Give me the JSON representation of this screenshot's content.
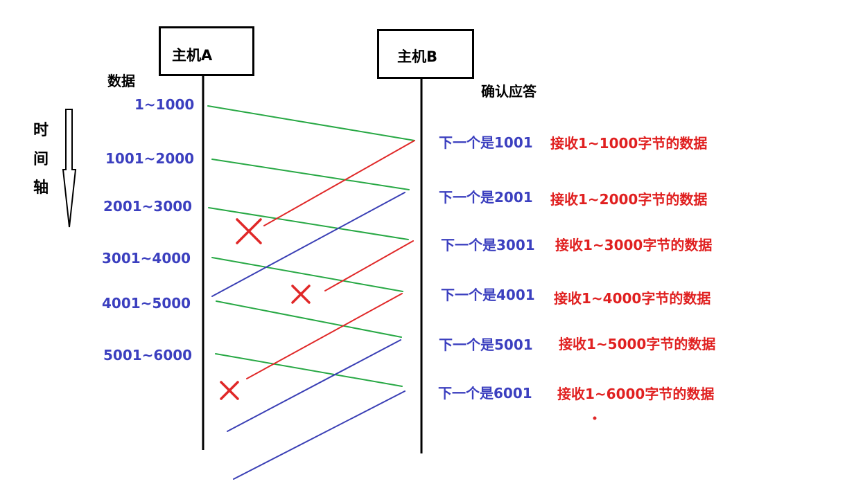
{
  "colors": {
    "data_line": "#27a844",
    "ack_line": "#3a3fb5",
    "lost_ack_line": "#e02828",
    "cross": "#e02828",
    "data_label": "#3b3fbf",
    "ack_label": "#3b3fbf",
    "recv_label": "#e02020"
  },
  "hosts": {
    "a": "主机A",
    "b": "主机B"
  },
  "headers": {
    "data": "数据",
    "ack": "确认应答"
  },
  "time_axis": [
    "时",
    "间",
    "轴"
  ],
  "segments": [
    "1~1000",
    "1001~2000",
    "2001~3000",
    "3001~4000",
    "4001~5000",
    "5001~6000"
  ],
  "acks": [
    "下一个是1001",
    "下一个是2001",
    "下一个是3001",
    "下一个是4001",
    "下一个是5001",
    "下一个是6001"
  ],
  "received": [
    "接收1~1000字节的数据",
    "接收1~2000字节的数据",
    "接收1~3000字节的数据",
    "接收1~4000字节的数据",
    "接收1~5000字节的数据",
    "接收1~6000字节的数据"
  ]
}
